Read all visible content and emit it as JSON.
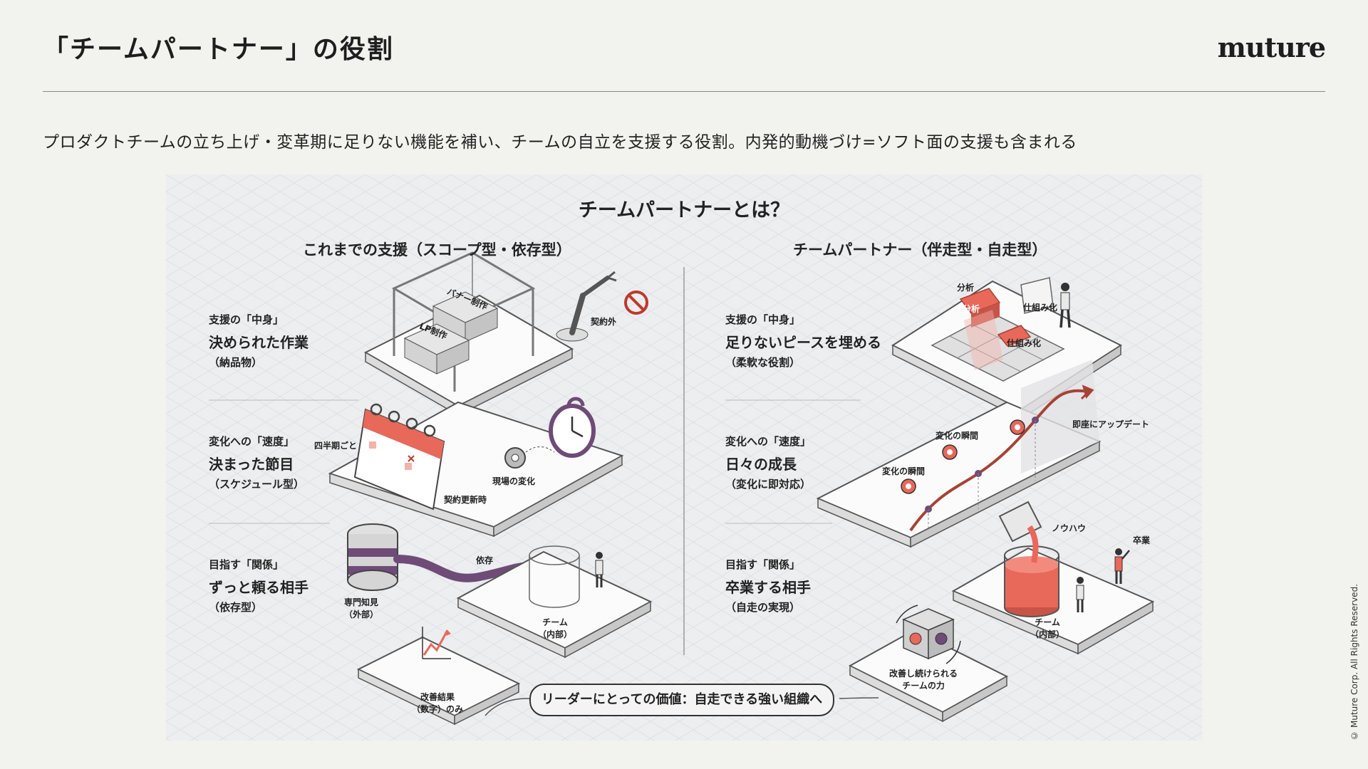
{
  "header": {
    "title": "「チームパートナー」の役割",
    "logo": "muture"
  },
  "lead": "プロダクトチームの立ち上げ・変革期に足りない機能を補い、チームの自立を支援する役割。内発的動機づけ=ソフト面の支援も含まれる",
  "copyright": "© Muture Corp. All Rights Reserved.",
  "figure": {
    "title": "チームパートナーとは？",
    "left_heading": "これまでの支援（スコープ型・依存型）",
    "right_heading": "チームパートナー（伴走型・自走型）",
    "left_rows": [
      {
        "key": "支援の「中身」",
        "main": "決められた作業",
        "sub": "（納品物）"
      },
      {
        "key": "変化への「速度」",
        "main": "決まった節目",
        "sub": "（スケジュール型）"
      },
      {
        "key": "目指す「関係」",
        "main": "ずっと頼る相手",
        "sub": "（依存型）"
      }
    ],
    "right_rows": [
      {
        "key": "支援の「中身」",
        "main": "足りないピースを埋める",
        "sub": "（柔軟な役割）"
      },
      {
        "key": "変化への「速度」",
        "main": "日々の成長",
        "sub": "（変化に即対応）"
      },
      {
        "key": "目指す「関係」",
        "main": "卒業する相手",
        "sub": "（自走の実現）"
      }
    ],
    "labels": {
      "banner_box": "バナー制作",
      "lp_box": "LP制作",
      "out_of_contract": "契約外",
      "quarterly": "四半期ごと",
      "field_change": "現場の変化",
      "contract_renewal": "契約更新時",
      "expert": "専門知見\n（外部）",
      "dependence": "依存",
      "team_internal_left": "チーム\n（内部）",
      "kpi_only": "改善結果\n（数字）のみ",
      "analysis": "分析",
      "analysis_piece": "分析",
      "structuring": "仕組み化",
      "structuring_piece": "仕組み化",
      "moment_1": "変化の瞬間",
      "moment_2": "変化の瞬間",
      "instant_update": "即座にアップデート",
      "knowhow": "ノウハウ",
      "graduation": "卒業",
      "team_internal_right": "チーム\n（内部）",
      "keep_improving": "改善し続けられる\nチームの力"
    },
    "value_pill": "リーダーにとっての価値：自走できる強い組織へ"
  },
  "colors": {
    "accent_coral": "#e8685a",
    "accent_purple": "#6f4b78",
    "background": "#f2f2ef",
    "figure_bg": "#eceef0"
  }
}
